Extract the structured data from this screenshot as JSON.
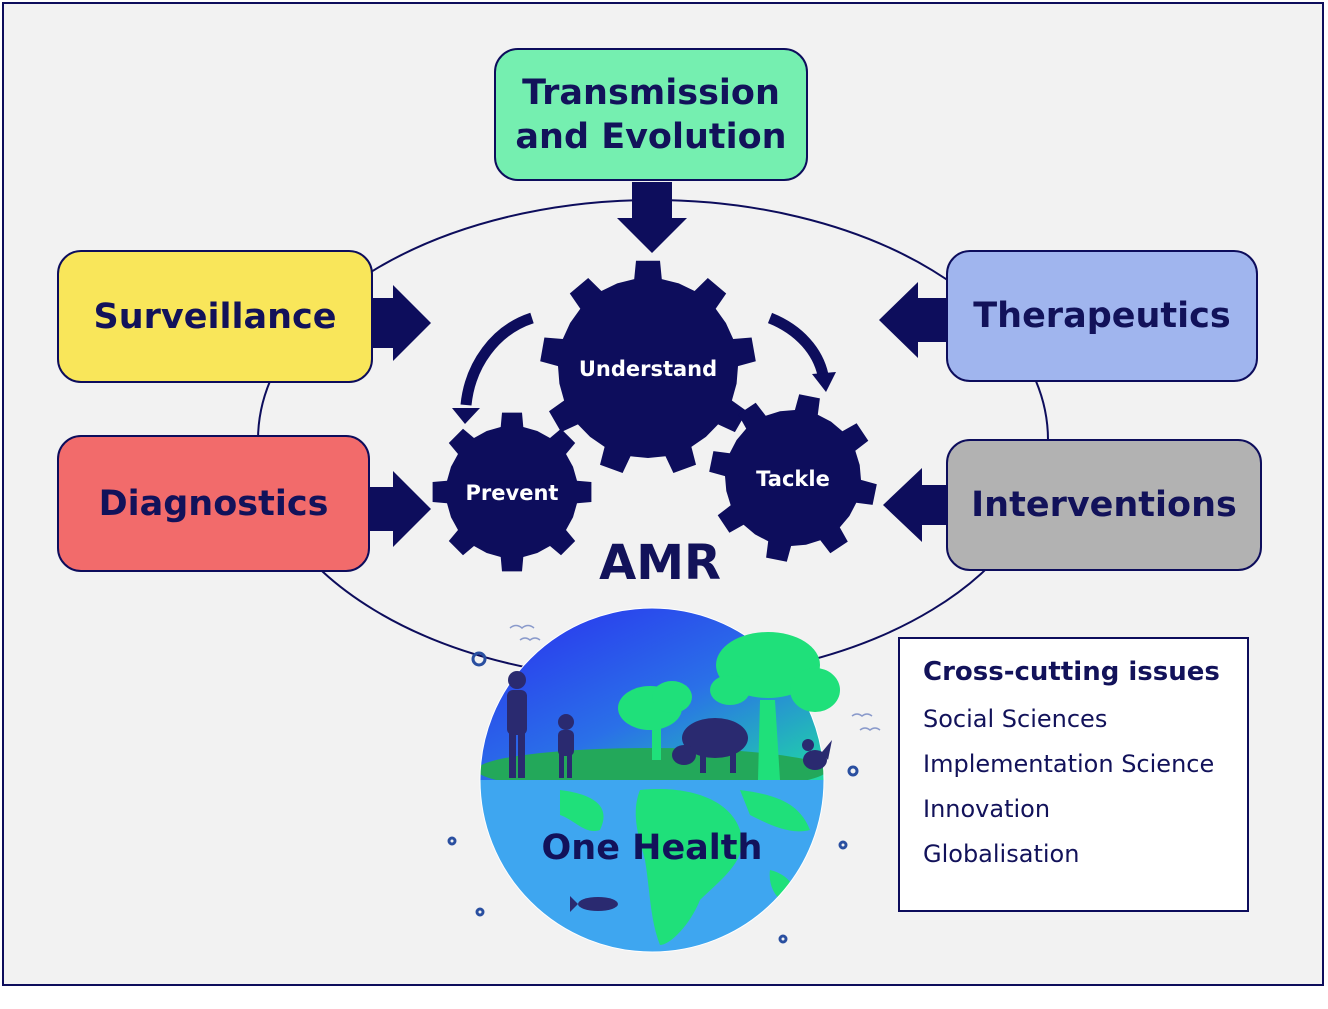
{
  "title_center": "AMR",
  "gears": {
    "understand": "Understand",
    "prevent": "Prevent",
    "tackle": "Tackle"
  },
  "boxes": {
    "transmission": "Transmission\nand Evolution",
    "surveillance": "Surveillance",
    "diagnostics": "Diagnostics",
    "therapeutics": "Therapeutics",
    "interventions": "Interventions"
  },
  "one_health": "One Health",
  "cross_cutting": {
    "title": "Cross-cutting issues",
    "items": [
      "Social Sciences",
      "Implementation Science",
      "Innovation",
      "Globalisation"
    ]
  },
  "colors": {
    "navy": "#0d0d5c",
    "transmission": "#75efb0",
    "surveillance": "#f9e65a",
    "diagnostics": "#f26b6b",
    "therapeutics": "#a0b5ee",
    "interventions": "#b2b2b2",
    "ocean": "#3ea6f0",
    "land": "#1fe07a"
  }
}
